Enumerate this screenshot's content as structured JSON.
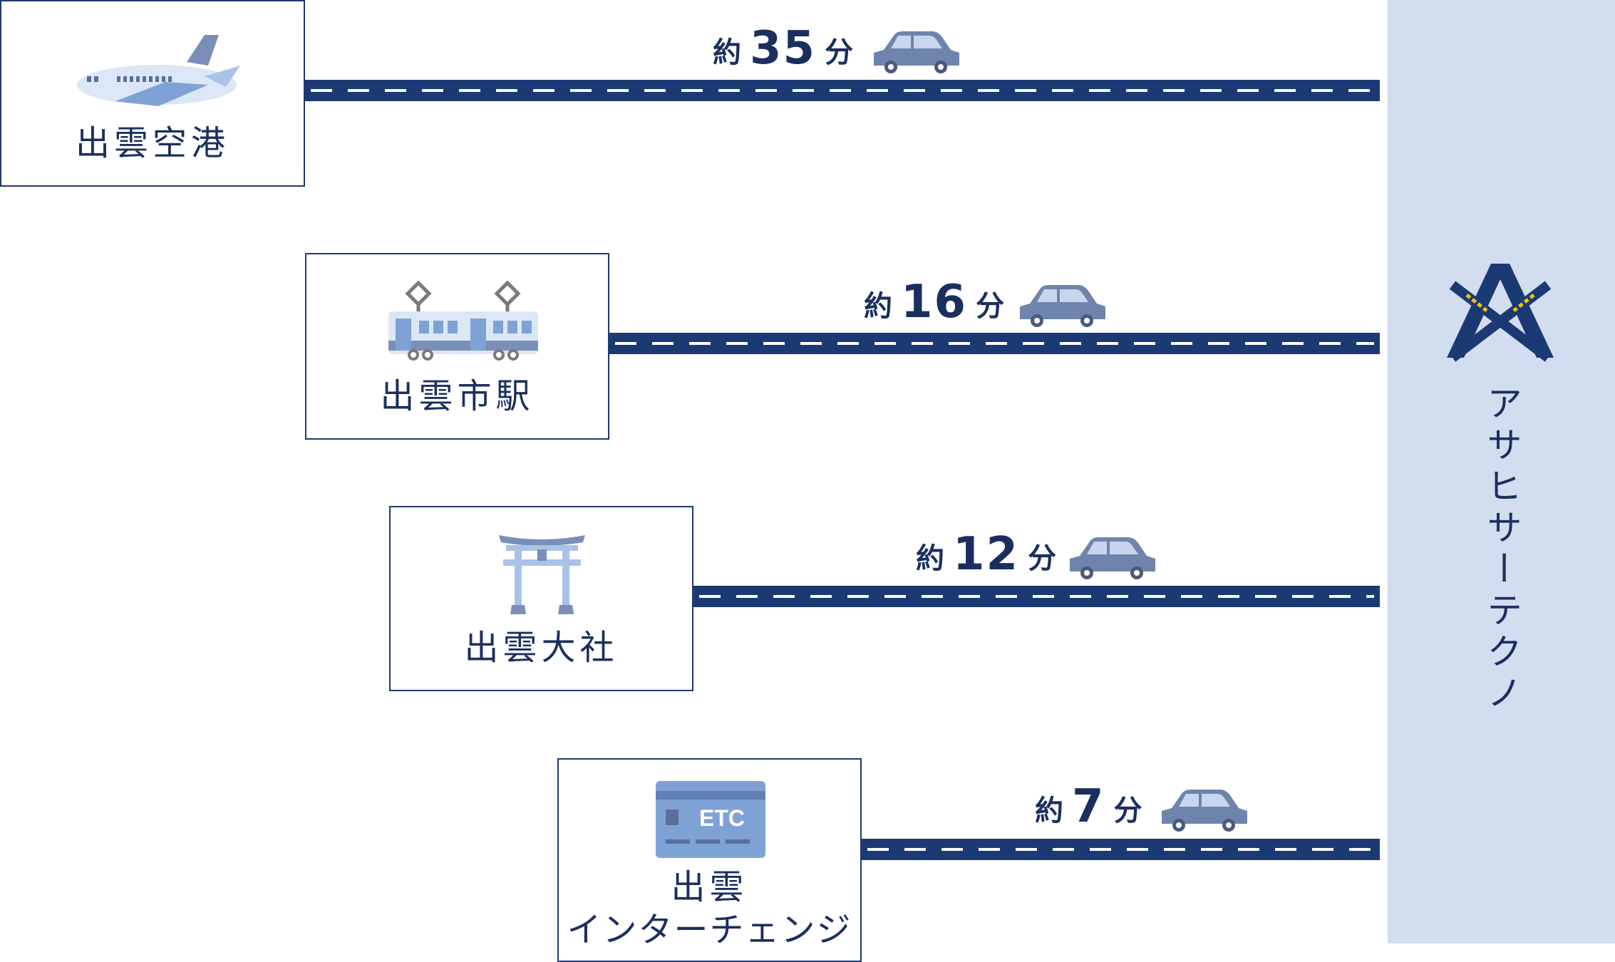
{
  "destination": {
    "name": "アサヒサーテクノ"
  },
  "routes": [
    {
      "origin": "出雲空港",
      "icon": "airplane-icon",
      "time_prefix": "約",
      "time_value": "35",
      "time_suffix": "分"
    },
    {
      "origin": "出雲市駅",
      "icon": "train-icon",
      "time_prefix": "約",
      "time_value": "16",
      "time_suffix": "分"
    },
    {
      "origin": "出雲大社",
      "icon": "torii-gate-icon",
      "time_prefix": "約",
      "time_value": "12",
      "time_suffix": "分"
    },
    {
      "origin_line1": "出雲",
      "origin_line2": "インターチェンジ",
      "icon": "etc-card-icon",
      "icon_text": "ETC",
      "time_prefix": "約",
      "time_value": "7",
      "time_suffix": "分"
    }
  ],
  "colors": {
    "road": "#1b3a74",
    "text": "#1b2f5e",
    "panel": "#d2ddf0",
    "car": "#6e84ad",
    "icon_light": "#a9c3e8",
    "icon_mid": "#7fa2d6"
  }
}
